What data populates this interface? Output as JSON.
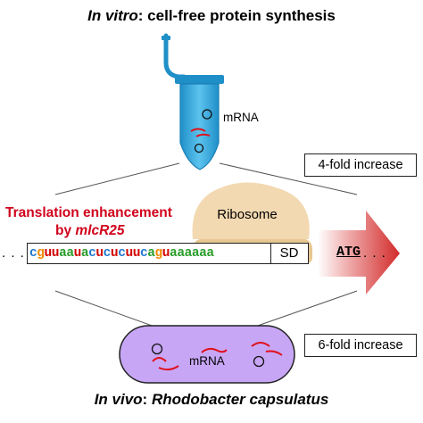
{
  "header": {
    "title_italic": "In vitro",
    "title_rest": ": cell-free protein synthesis"
  },
  "footer": {
    "title_italic": "In vivo",
    "title_sep": ": ",
    "title_species": "Rhodobacter capsulatus"
  },
  "enhancement": {
    "line1": "Translation enhancement",
    "line2_prefix": "by ",
    "line2_gene": "mlcR25"
  },
  "tube": {
    "label": "mRNA"
  },
  "cell": {
    "label": "mRNA"
  },
  "ribosome": {
    "label": "Ribosome"
  },
  "sequence": {
    "dots_left": ". . .",
    "sd_label": "SD",
    "start_codon": "ATG",
    "dots_right": ". . .",
    "bases": [
      {
        "b": "c",
        "c": "#1f78d1"
      },
      {
        "b": "g",
        "c": "#f08a00"
      },
      {
        "b": "u",
        "c": "#d40000"
      },
      {
        "b": "u",
        "c": "#d40000"
      },
      {
        "b": "a",
        "c": "#2a9d2a"
      },
      {
        "b": "a",
        "c": "#2a9d2a"
      },
      {
        "b": "u",
        "c": "#d40000"
      },
      {
        "b": "a",
        "c": "#2a9d2a"
      },
      {
        "b": "c",
        "c": "#1f78d1"
      },
      {
        "b": "u",
        "c": "#d40000"
      },
      {
        "b": "c",
        "c": "#1f78d1"
      },
      {
        "b": "u",
        "c": "#d40000"
      },
      {
        "b": "c",
        "c": "#1f78d1"
      },
      {
        "b": "u",
        "c": "#d40000"
      },
      {
        "b": "u",
        "c": "#d40000"
      },
      {
        "b": "c",
        "c": "#1f78d1"
      },
      {
        "b": "a",
        "c": "#2a9d2a"
      },
      {
        "b": "g",
        "c": "#f08a00"
      },
      {
        "b": "u",
        "c": "#d40000"
      },
      {
        "b": "a",
        "c": "#2a9d2a"
      },
      {
        "b": "a",
        "c": "#2a9d2a"
      },
      {
        "b": "a",
        "c": "#2a9d2a"
      },
      {
        "b": "a",
        "c": "#2a9d2a"
      },
      {
        "b": "a",
        "c": "#2a9d2a"
      },
      {
        "b": "a",
        "c": "#2a9d2a"
      }
    ]
  },
  "fold_changes": {
    "in_vitro": "4-fold increase",
    "in_vivo": "6-fold increase"
  },
  "colors": {
    "tube": "#2ea6dd",
    "ribosome": "#f3d9b1",
    "cell_fill": "#c8a6f6",
    "cell_stroke": "#222222",
    "arrow": "#d93a3a",
    "mrna_strand": "#e0101a",
    "enhancement_text": "#d0021b"
  }
}
